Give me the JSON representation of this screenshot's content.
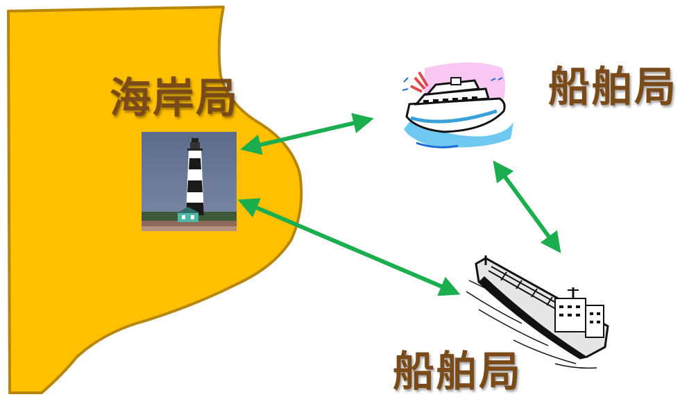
{
  "labels": {
    "coast_guard": "海岸局",
    "ship_station_top": "船舶局",
    "ship_station_bottom": "船舶局"
  },
  "colors": {
    "land_fill": "#FFC000",
    "land_stroke": "#B8860B",
    "arrow": "#1BAE4F",
    "label_text": "#7a4a18"
  },
  "nodes": [
    {
      "id": "coast-station",
      "icon": "lighthouse-icon"
    },
    {
      "id": "cruise-ship",
      "icon": "cruise-ship-icon"
    },
    {
      "id": "cargo-ship",
      "icon": "cargo-ship-icon"
    }
  ]
}
